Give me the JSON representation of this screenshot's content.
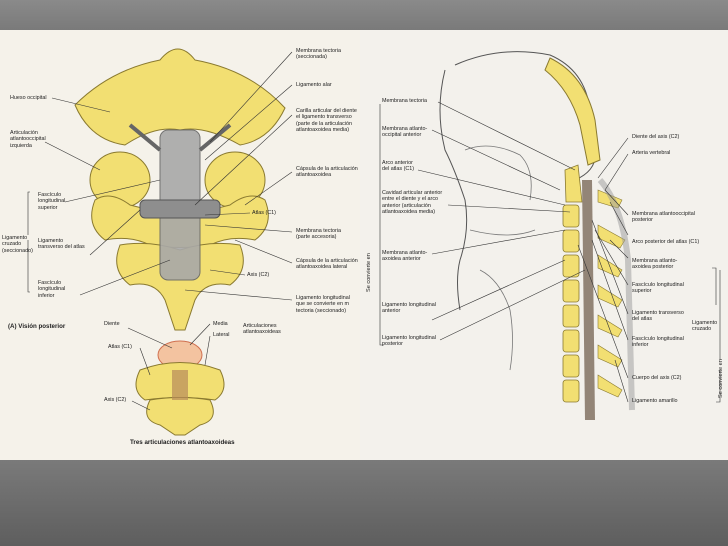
{
  "left_panel": {
    "labels": {
      "membrana_tectoria_sec": "Membrana tectoria\n(seccionada)",
      "ligamento_alar": "Ligamento alar",
      "hueso_occipital": "Hueso occipital",
      "carilla": "Carilla articular del diente\nel ligamento transverso\n(parte de la articulación\natlantoaxoidea media)",
      "art_atlanto": "Articulación\natlantooccipital\nizquierda",
      "capsula": "Cápsula de la articulación\natlantoaxoidea",
      "fasc_sup": "Fascículo\nlongitudinal\nsuperior",
      "atlas_c1": "Atlas (C1)",
      "lig_cruzado": "Ligamento\ncruzado\n(seccionado)",
      "lig_transverso": "Ligamento\ntransverso del atlas",
      "mem_tect_acc": "Membrana tectoria\n(parte accesoria)",
      "capsula_lat": "Cápsula de la articulación\natlantoaxoidea lateral",
      "fasc_inf": "Fascículo\nlongitudinal\ninferior",
      "axis_c2": "Axis (C2)",
      "lig_long": "Ligamento longitudinal\nque se convierte en m\ntectoria (seccionado)",
      "vision": "(A) Visión posterior",
      "diente": "Diente",
      "media": "Media",
      "lateral": "Lateral",
      "art_atlantoax": "Articulaciones\natlantoaxoideas",
      "atlas_small": "Atlas (C1)",
      "axis_small": "Axis (C2)",
      "tres": "Tres articulaciones atlantoaxoideas"
    }
  },
  "right_panel": {
    "labels": {
      "membrana_tectoria": "Membrana tectoria",
      "mem_occ_ant": "Membrana atlanto-\noccipital anterior",
      "arco_anterior": "Arco anterior\ndel atlas (C1)",
      "cavidad": "Cavidad articular anterior\nentre el diente y el arco\nanterior (articulación\natlantoaxoidea media)",
      "se_convierte": "Se convierte en",
      "mem_ax_ant": "Membrana atlanto-\naxoidea anterior",
      "lig_long_ant": "Ligamento longitudinal\nanterior",
      "lig_long_post": "Ligamento longitudinal\nposterior",
      "diente_axis": "Diente del axis (C2)",
      "arteria": "Arteria vertebral",
      "mem_occ_post": "Membrana atlantooccipital\nposterior",
      "arco_post": "Arco posterior del atlas (C1)",
      "mem_ax_post": "Membrana atlanto-\naxoidea posterior",
      "fasc_sup": "Fascículo longitudinal\nsuperior",
      "lig_transverso": "Ligamento transverso\ndel atlas",
      "fasc_inf": "Fascículo longitudinal\ninferior",
      "cuerpo_axis": "Cuerpo del axis (C2)",
      "lig_amarillo": "Ligamento amarillo",
      "lig_cruzado": "Ligamento\ncruzado"
    }
  },
  "colors": {
    "bone": "#f2df72",
    "bone_dark": "#c9b040",
    "ligament": "#9a9a9a",
    "panel": "#f5f2ea"
  }
}
